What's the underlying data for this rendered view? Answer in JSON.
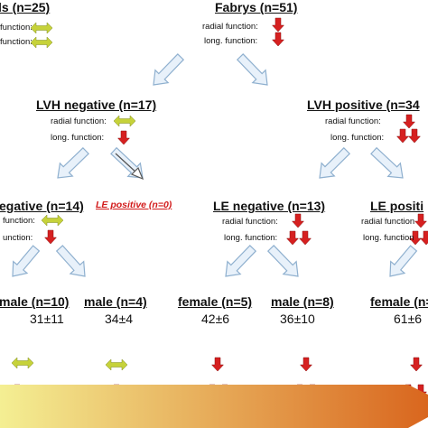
{
  "colors": {
    "decrease_arrow": "#d62020",
    "normal_arrow": "#c6d23a",
    "flow_arrow_fill": "#e8f1fa",
    "flow_arrow_stroke": "#8fb0cf",
    "le_positive_text": "#d21b1b",
    "bar_start": "#f4ef93",
    "bar_end": "#d9661e"
  },
  "nodes": {
    "controls": {
      "title": "ls (n=25)",
      "radial": "function:",
      "long": "function:"
    },
    "fabrys": {
      "title": "Fabrys (n=51)",
      "radial": "radial function:",
      "long": "long. function:"
    },
    "lvh_neg": {
      "title": "LVH negative (n=17)",
      "radial": "radial function:",
      "long": "long. function:"
    },
    "lvh_pos": {
      "title": "LVH positive (n=34",
      "radial": "radial function:",
      "long": "long. function:"
    },
    "le_neg_left": {
      "title": "egative (n=14)",
      "radial": "function:",
      "long": "unction:"
    },
    "le_pos_left": {
      "title": "LE positive (n=0)"
    },
    "le_neg_mid": {
      "title": "LE negative (n=13)",
      "radial": "radial function:",
      "long": "long. function:"
    },
    "le_pos_right": {
      "title": "LE positi",
      "radial": "radial function",
      "long": "long. function"
    }
  },
  "leaves": [
    {
      "title": "male (n=10)",
      "age": "31±11"
    },
    {
      "title": "male (n=4)",
      "age": "34±4"
    },
    {
      "title": "female (n=5)",
      "age": "42±6"
    },
    {
      "title": "male (n=8)",
      "age": "36±10"
    },
    {
      "title": "female (n=",
      "age": "61±6"
    }
  ]
}
